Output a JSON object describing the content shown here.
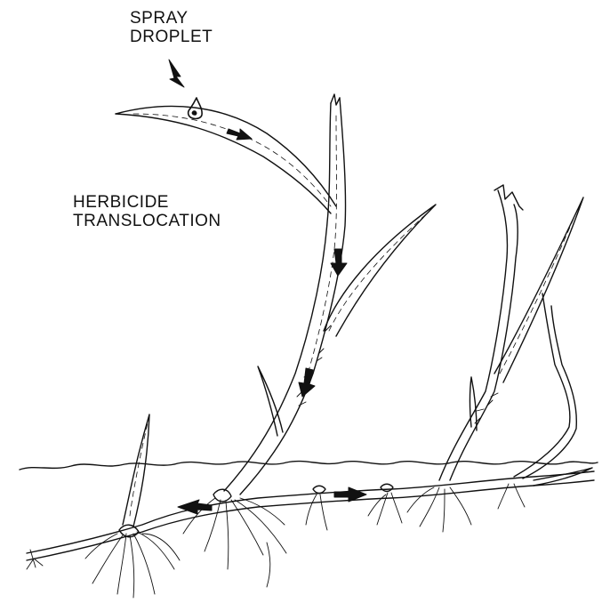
{
  "labels": {
    "spray_line1": "SPRAY",
    "spray_line2": "DROPLET",
    "translocation_line1": "HERBICIDE",
    "translocation_line2": "TRANSLOCATION"
  },
  "colors": {
    "ink": "#111111",
    "background": "#ffffff"
  }
}
